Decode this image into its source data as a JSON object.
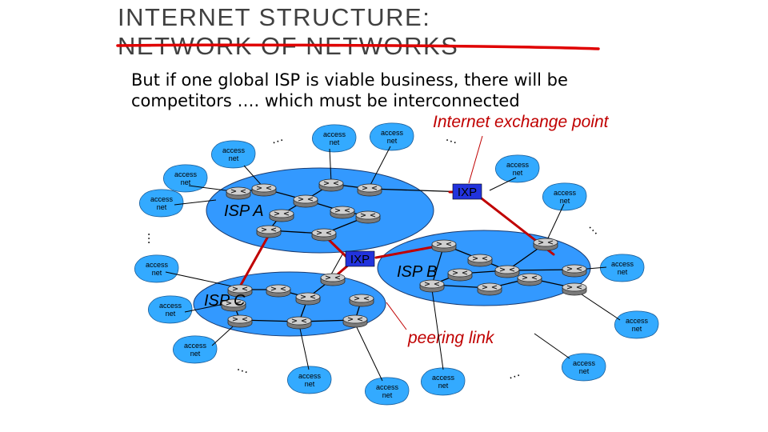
{
  "slide": {
    "title_line1": "INTERNET STRUCTURE:",
    "title_line2": "NETWORK OF NETWORKS",
    "subtitle_line1": "But if one global ISP is viable business, there will be",
    "subtitle_line2": "competitors …. which must be interconnected"
  },
  "labels": {
    "ixp_callout": "Internet exchange point",
    "peering": "peering link"
  },
  "isps": [
    {
      "id": "a",
      "label": "ISP A"
    },
    {
      "id": "b",
      "label": "ISP B"
    },
    {
      "id": "c",
      "label": "ISP C"
    }
  ],
  "ixps": [
    {
      "id": "ixp-top",
      "label": "IXP"
    },
    {
      "id": "ixp-center",
      "label": "IXP"
    }
  ],
  "access_net": {
    "line1": "access",
    "line2": "net"
  },
  "ellipsis": "…",
  "colors": {
    "cloud": "#3399ff",
    "cloud_stroke": "#1a3a6e",
    "access_net": "#33aaff",
    "link_red": "#c00000",
    "ixp_box": "#2233dd",
    "title_underline": "#e00000"
  }
}
